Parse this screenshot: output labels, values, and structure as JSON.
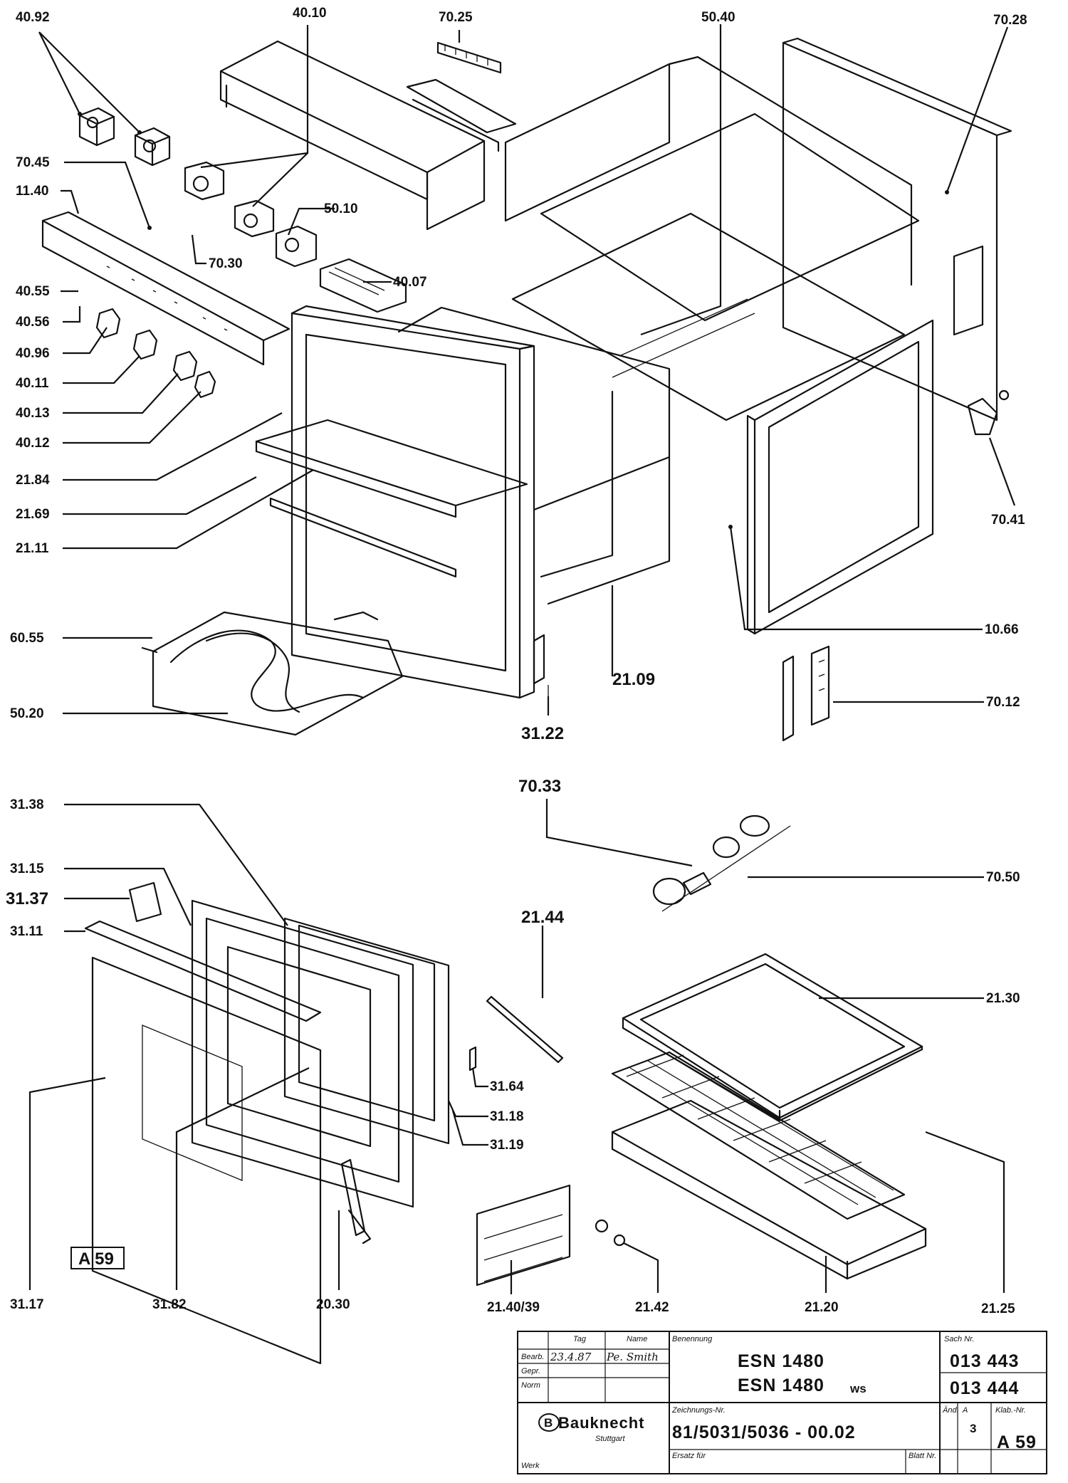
{
  "labels": {
    "l4092": "40.92",
    "l4010": "40.10",
    "l7025": "70.25",
    "l5040": "50.40",
    "l7028": "70.28",
    "l7045": "70.45",
    "l1140": "11.40",
    "l5010": "50.10",
    "l7030": "70.30",
    "l4007": "40.07",
    "l4055": "40.55",
    "l4056": "40.56",
    "l4096": "40.96",
    "l4011": "40.11",
    "l4013": "40.13",
    "l4012": "40.12",
    "l2184": "21.84",
    "l2169": "21.69",
    "l2111": "21.11",
    "l7041": "70.41",
    "l6055": "60.55",
    "l1066": "10.66",
    "l2109": "21.09",
    "l7012": "70.12",
    "l5020": "50.20",
    "l3122": "31.22",
    "l7033": "70.33",
    "l3138": "31.38",
    "l7050": "70.50",
    "l3115": "31.15",
    "l3137": "31.37",
    "l2144": "21.44",
    "l3111": "31.11",
    "l2130": "21.30",
    "l3164": "31.64",
    "l3118": "31.18",
    "l3119": "31.19",
    "l3117": "31.17",
    "l3182": "31.82",
    "l2030": "20.30",
    "l214039": "21.40/39",
    "l2142": "21.42",
    "l2120": "21.20",
    "l2125": "21.25"
  },
  "page_tag": "A 59",
  "title_block": {
    "col_tag": "Tag",
    "col_name": "Name",
    "row_bearb": "Bearb.",
    "row_gepr": "Gepr.",
    "row_norm": "Norm",
    "date": "23.4.87",
    "signature": "Pe. Smith",
    "benennung_label": "Benennung",
    "model_1": "ESN   1480",
    "model_2a": "ESN   1480",
    "model_2b": "ws",
    "sach_label": "Sach Nr.",
    "sach_1": "013 443",
    "sach_2": "013 444",
    "zeichnung_label": "Zeichnungs-Nr.",
    "drawing_no": "81/5031/5036 - 00.02",
    "aend_label": "Änd.",
    "a_label": "A",
    "aend_value": "3",
    "blatt_label": "Blatt Nr.",
    "blatt_tag_label": "Klab.-Nr.",
    "blatt_value": "A 59",
    "brand": "Bauknecht",
    "brand_city": "Stuttgart",
    "werk_label": "Werk",
    "ersatz_label": "Ersatz für",
    "blatt_nr_label": "Blatt Nr."
  }
}
